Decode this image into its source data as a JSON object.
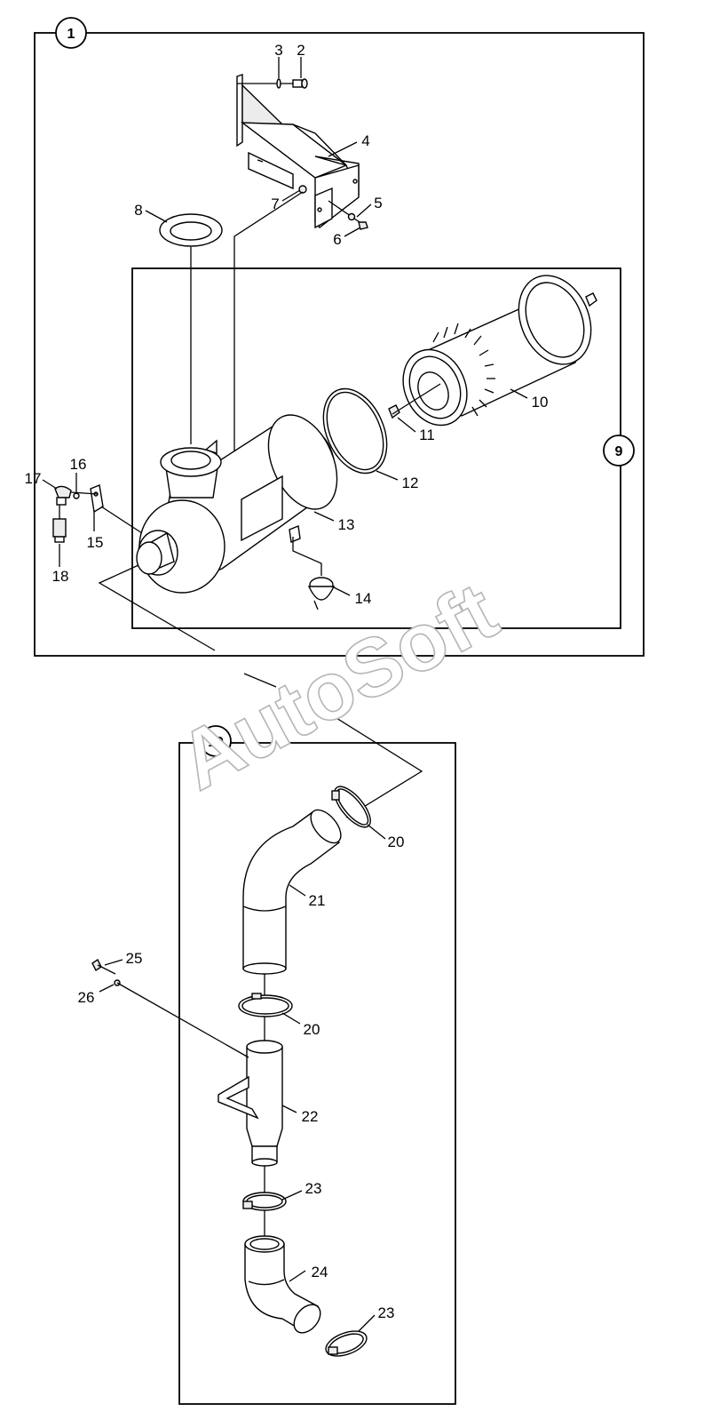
{
  "watermark": "AutoSoft",
  "groups": [
    {
      "id": "g1",
      "label": "1"
    },
    {
      "id": "g9",
      "label": "9"
    },
    {
      "id": "g19",
      "label": "19"
    }
  ],
  "callouts": [
    {
      "id": "c2",
      "label": "2"
    },
    {
      "id": "c3",
      "label": "3"
    },
    {
      "id": "c4",
      "label": "4"
    },
    {
      "id": "c5",
      "label": "5"
    },
    {
      "id": "c6",
      "label": "6"
    },
    {
      "id": "c7",
      "label": "7"
    },
    {
      "id": "c8",
      "label": "8"
    },
    {
      "id": "c10",
      "label": "10"
    },
    {
      "id": "c11",
      "label": "11"
    },
    {
      "id": "c12",
      "label": "12"
    },
    {
      "id": "c13",
      "label": "13"
    },
    {
      "id": "c14",
      "label": "14"
    },
    {
      "id": "c15",
      "label": "15"
    },
    {
      "id": "c16",
      "label": "16"
    },
    {
      "id": "c17",
      "label": "17"
    },
    {
      "id": "c18",
      "label": "18"
    },
    {
      "id": "c20a",
      "label": "20"
    },
    {
      "id": "c21",
      "label": "21"
    },
    {
      "id": "c20b",
      "label": "20"
    },
    {
      "id": "c22",
      "label": "22"
    },
    {
      "id": "c23a",
      "label": "23"
    },
    {
      "id": "c24",
      "label": "24"
    },
    {
      "id": "c23b",
      "label": "23"
    },
    {
      "id": "c25",
      "label": "25"
    },
    {
      "id": "c26",
      "label": "26"
    }
  ]
}
